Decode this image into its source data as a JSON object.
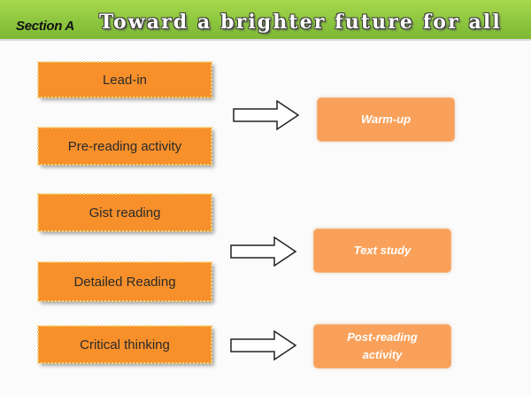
{
  "header": {
    "section_label": "Section A",
    "title": "Toward a brighter future for all"
  },
  "stages": [
    {
      "label": "Lead-in"
    },
    {
      "label": "Pre-reading activity"
    },
    {
      "label": "Gist reading"
    },
    {
      "label": "Detailed Reading"
    },
    {
      "label": "Critical thinking"
    }
  ],
  "phases": [
    {
      "label": "Warm-up"
    },
    {
      "label": "Text study"
    },
    {
      "label_line1": "Post-reading",
      "label_line2": "activity"
    }
  ],
  "colors": {
    "header_green": "#8cc63f",
    "stage_orange": "#f7902b",
    "phase_orange": "#f9a15a"
  }
}
